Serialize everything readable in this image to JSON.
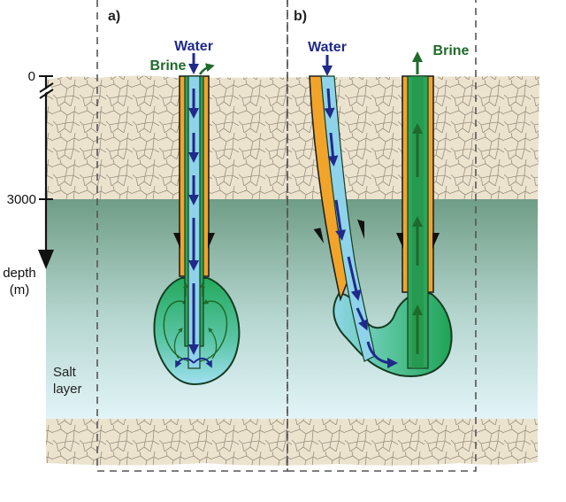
{
  "panels": {
    "a": {
      "label": "a)"
    },
    "b": {
      "label": "b)"
    }
  },
  "labels": {
    "water": "Water",
    "brine": "Brine"
  },
  "depth_axis": {
    "tick_top": "0",
    "tick_mid": "3000",
    "title_line1": "depth",
    "title_line2": "(m)"
  },
  "salt_layer": {
    "line1": "Salt",
    "line2": "layer"
  },
  "colors": {
    "rock": "#ece3cf",
    "rock_lines": "#9a907f",
    "salt_top": "#6f9d86",
    "salt_bottom": "#e2f4f8",
    "casing": "#f2a42a",
    "water_pipe": "#8fd3ea",
    "brine_pipe": "#2ea45a",
    "water_arrow": "#1f2a8a",
    "brine_arrow": "#1f6b2a",
    "cavern_green": "#23a95c"
  }
}
